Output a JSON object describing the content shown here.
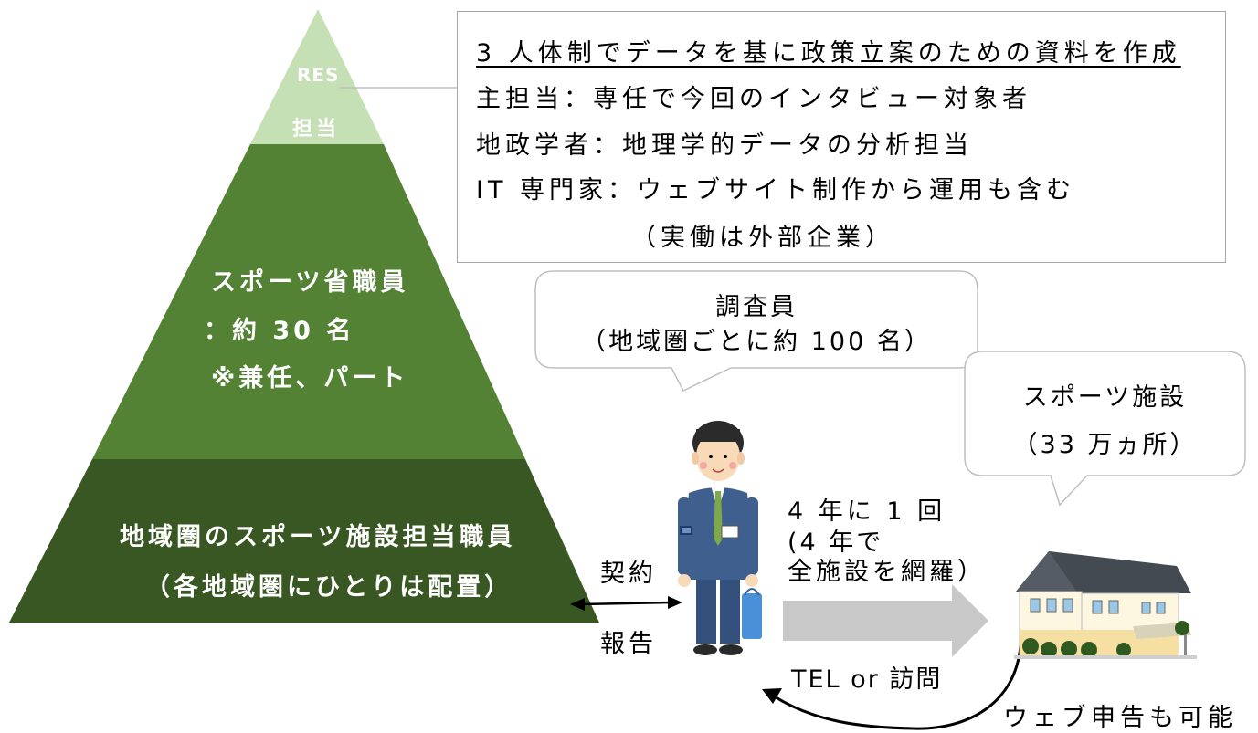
{
  "pyramid": {
    "top": {
      "line1": "RES",
      "line2": "担当",
      "color": "#c5e0b4"
    },
    "middle": {
      "line1": "スポーツ省職員",
      "line2": "：約 30 名",
      "line3": "※兼任、パート",
      "color": "#548235"
    },
    "bottom": {
      "line1": "地域圏のスポーツ施設担当職員",
      "line2": "（各地域圏にひとりは配置）",
      "color": "#385723"
    }
  },
  "info_box": {
    "line1": "3 人体制でデータを基に政策立案のための資料を作成",
    "line2": "主担当：専任で今回のインタビュー対象者",
    "line3": "地政学者：地理学的データの分析担当",
    "line4": "IT 専門家：ウェブサイト制作から運用も含む",
    "line5": "（実働は外部企業）"
  },
  "investigator_bubble": {
    "line1": "調査員",
    "line2": "（地域圏ごとに約 100 名）"
  },
  "facility_bubble": {
    "line1": "スポーツ施設",
    "line2": "（33 万ヵ所）"
  },
  "contract_label": "契約",
  "report_label": "報告",
  "frequency": {
    "line1": "4 年に 1 回",
    "line2": "(4 年で",
    "line3": "全施設を網羅）"
  },
  "contact_label": "TEL or  訪問",
  "web_label": "ウェブ申告も可能",
  "colors": {
    "arrow_gray": "#c8c8c8",
    "box_border": "#a6a6a6",
    "suit": "#3f5f8f"
  }
}
